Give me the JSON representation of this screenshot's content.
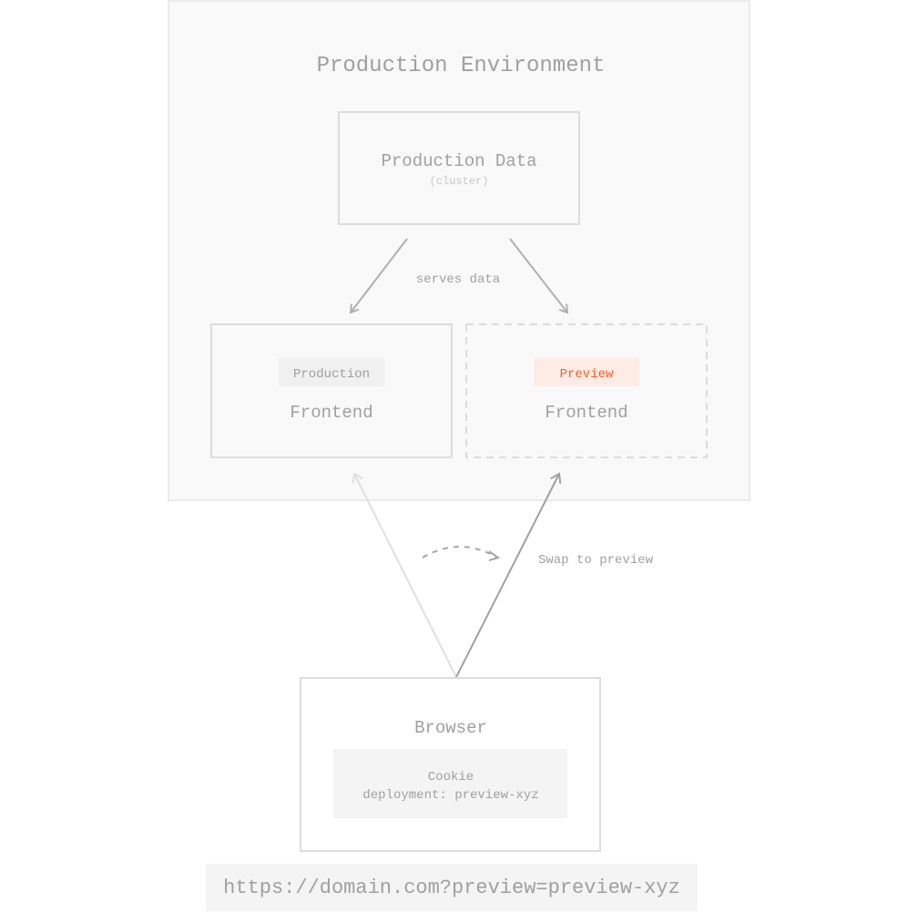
{
  "environment": {
    "title": "Production Environment"
  },
  "production_data": {
    "title": "Production Data",
    "subtitle": "(cluster)"
  },
  "edge_labels": {
    "serves": "serves data",
    "swap": "Swap to preview"
  },
  "production_frontend": {
    "badge": "Production",
    "title": "Frontend"
  },
  "preview_frontend": {
    "badge": "Preview",
    "title": "Frontend"
  },
  "browser": {
    "title": "Browser",
    "cookie_label": "Cookie",
    "cookie_value": "deployment: preview-xyz"
  },
  "url": "https://domain.com?preview=preview-xyz",
  "colors": {
    "accent": "#ff5a1f",
    "accent_bg": "#fdece6",
    "text": "#a0a0a0",
    "border": "#dedede"
  }
}
